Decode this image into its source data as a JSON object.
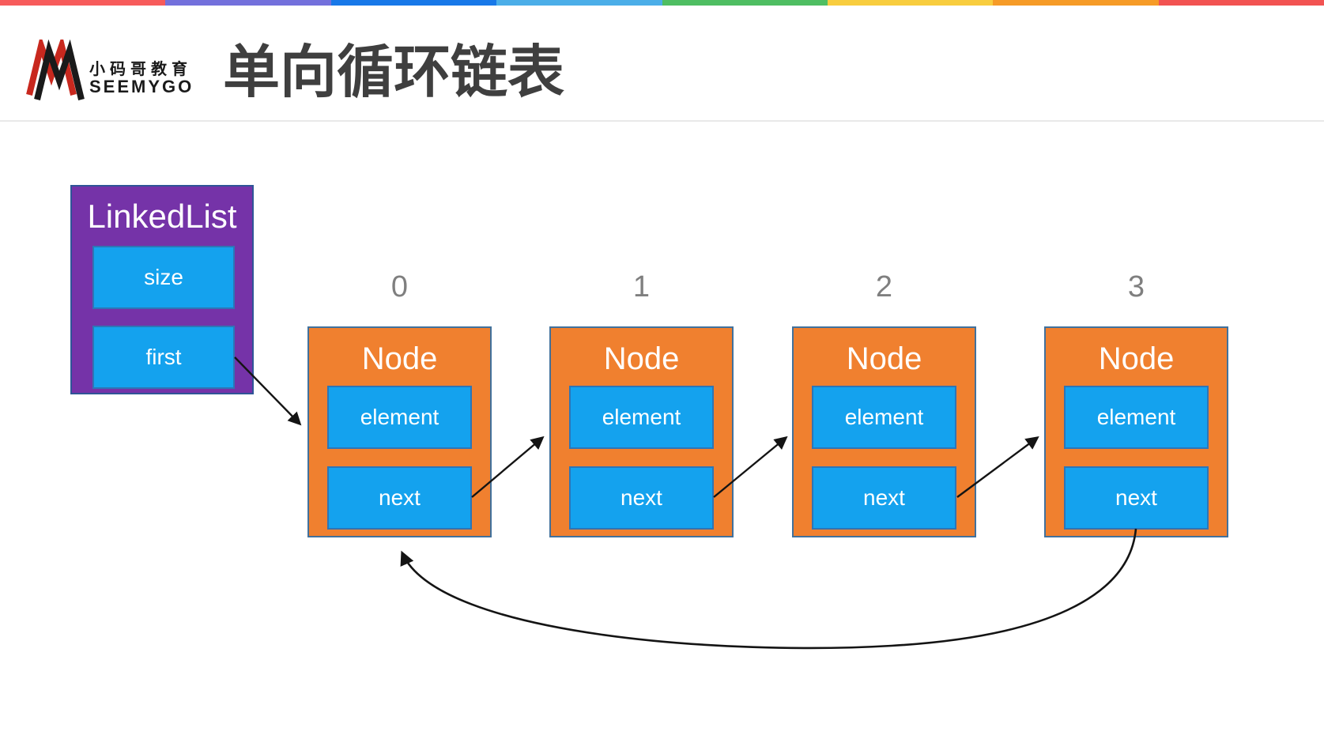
{
  "stripe": {
    "colors": [
      "#F75B5B",
      "#7370DC",
      "#1878E8",
      "#4BAEE8",
      "#4FBE62",
      "#F8CD3F",
      "#F69B27",
      "#F25352"
    ]
  },
  "header": {
    "logo": {
      "brand_cn": "小码哥教育",
      "brand_en": "SEEMYGO"
    },
    "title": "单向循环链表"
  },
  "linked_list": {
    "title": "LinkedList",
    "fields": [
      "size",
      "first"
    ]
  },
  "nodes": [
    {
      "index": "0",
      "title": "Node",
      "fields": [
        "element",
        "next"
      ]
    },
    {
      "index": "1",
      "title": "Node",
      "fields": [
        "element",
        "next"
      ]
    },
    {
      "index": "2",
      "title": "Node",
      "fields": [
        "element",
        "next"
      ]
    },
    {
      "index": "3",
      "title": "Node",
      "fields": [
        "element",
        "next"
      ]
    }
  ],
  "colors": {
    "purple_fill": "#7533A8",
    "purple_border": "#2F5597",
    "blue_fill": "#14A2EE",
    "blue_border": "#2E75B6",
    "orange_fill": "#F0802F",
    "orange_border": "#41719C",
    "arrow_black": "#141414",
    "index_label": "#7F7F7F",
    "heading_text": "#3F3F3F",
    "divider": "#E9E9E9",
    "logo_red": "#C8281E",
    "logo_black": "#1A1A1A"
  }
}
